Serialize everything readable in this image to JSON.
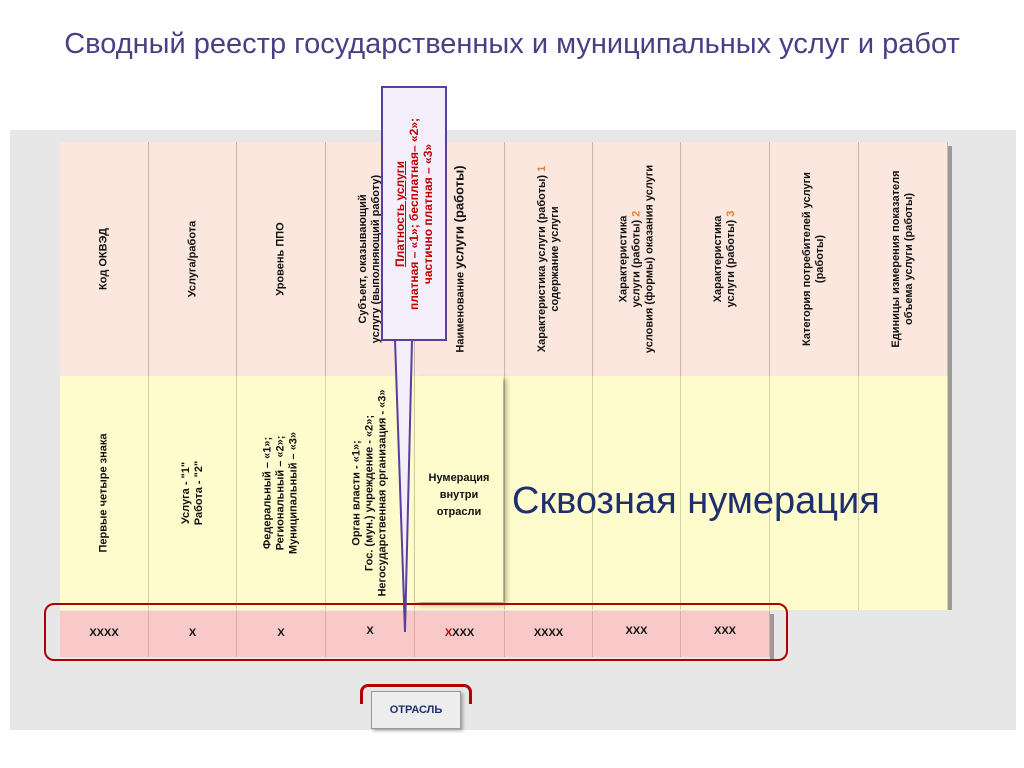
{
  "title": "Сводный реестр государственных и муниципальных услуг и работ",
  "callout": {
    "line1": "Платность услуги",
    "line2": "платная – «1»; бесплатная– «2»;",
    "line3": "частично платная – «3»"
  },
  "headers": [
    {
      "text": "Код ОКВЭД"
    },
    {
      "text": "Услуга/работа"
    },
    {
      "text": "Уровень ППО"
    },
    {
      "lines": [
        "Субъект, оказывающий",
        "услугу (выполняющий работу)"
      ]
    },
    {
      "text": "Наименование ",
      "big": "услуги (работы)"
    },
    {
      "text": "Характеристика услуги (работы) ",
      "num": "1",
      "line2": "содержание  услуги"
    },
    {
      "lines": [
        "Характеристика",
        "услуги (работы) "
      ],
      "num": "2",
      "line3": "условия (формы) оказания услуги"
    },
    {
      "lines": [
        "Характеристика",
        "услуги (работы) "
      ],
      "num": "3"
    },
    {
      "lines": [
        "Категория потребителей услуги",
        "(работы)"
      ]
    },
    {
      "lines": [
        "Единицы измерения показателя",
        "объема услуги (работы)"
      ]
    }
  ],
  "body": [
    {
      "lines": [
        "Первые четыре знака"
      ]
    },
    {
      "lines": [
        "Услуга - \"1\"",
        "Работа - \"2\""
      ]
    },
    {
      "lines": [
        "Федеральный – «1»;",
        "Региональный – «2»;",
        "Муниципальный – «3»"
      ]
    },
    {
      "lines": [
        "Орган власти - «1»;",
        "Гос. (мун.) учреждение - «2»;",
        "Негосударственная организация - «3»"
      ]
    }
  ],
  "float_box": {
    "lines": [
      "Нумерация",
      "внутри",
      "отрасли"
    ]
  },
  "big_text": "Сквозная нумерация",
  "codes": [
    {
      "text": "XXXX"
    },
    {
      "text": "X"
    },
    {
      "text": "X"
    },
    {
      "text": "X"
    },
    {
      "red": "X",
      "text": "XXX"
    },
    {
      "text": "XXXX"
    },
    {
      "text": "XXX"
    },
    {
      "text": "XXX"
    }
  ],
  "otrasl": "ОТРАСЛЬ",
  "colors": {
    "title": "#4a3f86",
    "accent_red": "#c00000",
    "callout_border": "#5a3e9b",
    "big_text": "#1f2f6e"
  }
}
